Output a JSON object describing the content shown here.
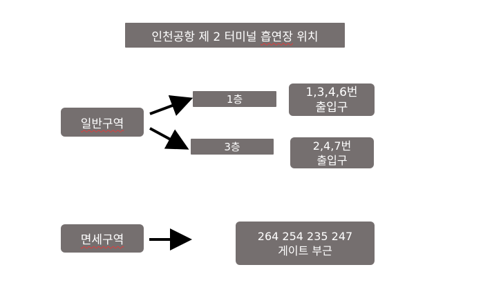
{
  "title": {
    "prefix": "인천공항 제 2 터미널 ",
    "underlined": "흡연장",
    "suffix": " 위치"
  },
  "general_zone": {
    "label": "일반구역",
    "floors": [
      {
        "floor": "1층",
        "exits_line1": "1,3,4,6번",
        "exits_line2": "출입구"
      },
      {
        "floor": "3층",
        "exits_line1": "2,4,7번",
        "exits_line2": "출입구"
      }
    ]
  },
  "duty_free_zone": {
    "label": "면세구역",
    "gates_line1": "264 254 235 247",
    "gates_line2": "게이트 부근"
  },
  "colors": {
    "box_fill": "#756f6f",
    "box_text": "#ffffff",
    "arrow": "#000000",
    "spellcheck_underline": "#e03c3c"
  }
}
